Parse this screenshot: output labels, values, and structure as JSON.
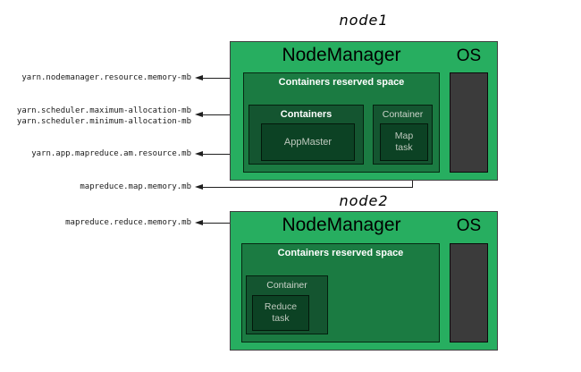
{
  "config_labels": {
    "nodemanager_resource_memory": "yarn.nodemanager.resource.memory-mb",
    "scheduler_maximum_allocation": "yarn.scheduler.maximum-allocation-mb",
    "scheduler_minimum_allocation": "yarn.scheduler.minimum-allocation-mb",
    "app_mapreduce_am_resource": "yarn.app.mapreduce.am.resource.mb",
    "mapreduce_map_memory": "mapreduce.map.memory.mb",
    "mapreduce_reduce_memory": "mapreduce.reduce.memory.mb"
  },
  "node1": {
    "title": "node1",
    "nodemanager_label": "NodeManager",
    "os_label": "OS",
    "reserved_space_label": "Containers reserved space",
    "containers_label": "Containers",
    "appmaster_label": "AppMaster",
    "container_label": "Container",
    "task_label_line1": "Map",
    "task_label_line2": "task"
  },
  "node2": {
    "title": "node2",
    "nodemanager_label": "NodeManager",
    "os_label": "OS",
    "reserved_space_label": "Containers reserved space",
    "container_label": "Container",
    "task_label_line1": "Reduce",
    "task_label_line2": "task"
  },
  "colors": {
    "nodemanager_fill": "#27AE60",
    "reserved_space_fill": "#1B7B42",
    "container_fill": "#145530",
    "task_fill": "#0C4224",
    "os_block_fill": "#3B3B3B",
    "connector_line": "#1F1F1F"
  }
}
